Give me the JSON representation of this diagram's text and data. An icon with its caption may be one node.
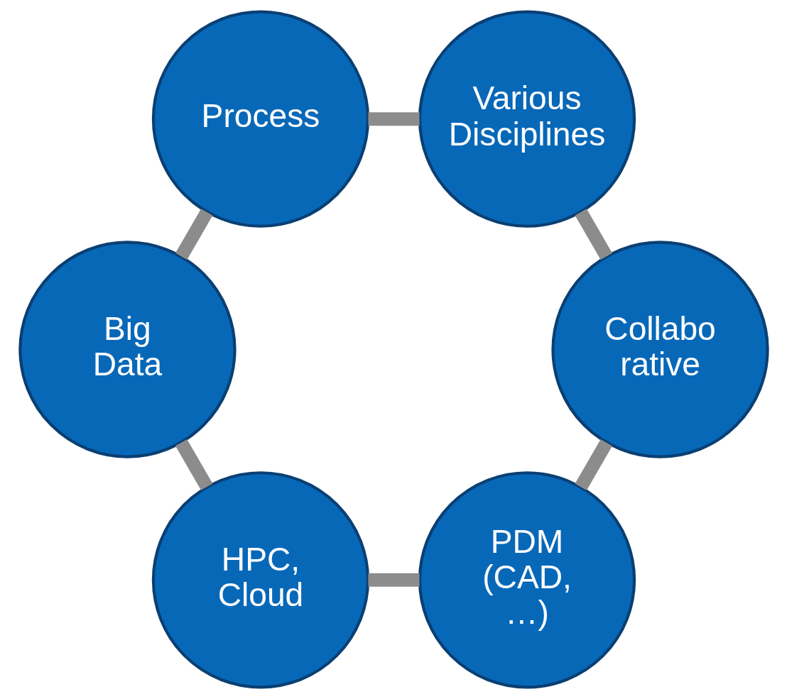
{
  "diagram": {
    "nodes": [
      {
        "text": [
          "PDM (CAD, …)"
        ]
      },
      {
        "text": [
          "HPC, Cloud"
        ]
      },
      {
        "text": [
          "Collabo rative"
        ]
      },
      {
        "text": [
          "Big Data"
        ]
      },
      {
        "text": [
          "Various Disciplines"
        ]
      },
      {
        "text": [
          "Process"
        ]
      }
    ],
    "edges": [
      {
        "from": 0,
        "to": 1,
        "arrow": "none"
      },
      {
        "from": 1,
        "to": 3,
        "arrow": "none"
      },
      {
        "from": 3,
        "to": 5,
        "arrow": "none"
      },
      {
        "from": 5,
        "to": 4,
        "arrow": "none"
      },
      {
        "from": 4,
        "to": 2,
        "arrow": "none"
      },
      {
        "from": 2,
        "to": 0,
        "arrow": "none"
      }
    ]
  }
}
